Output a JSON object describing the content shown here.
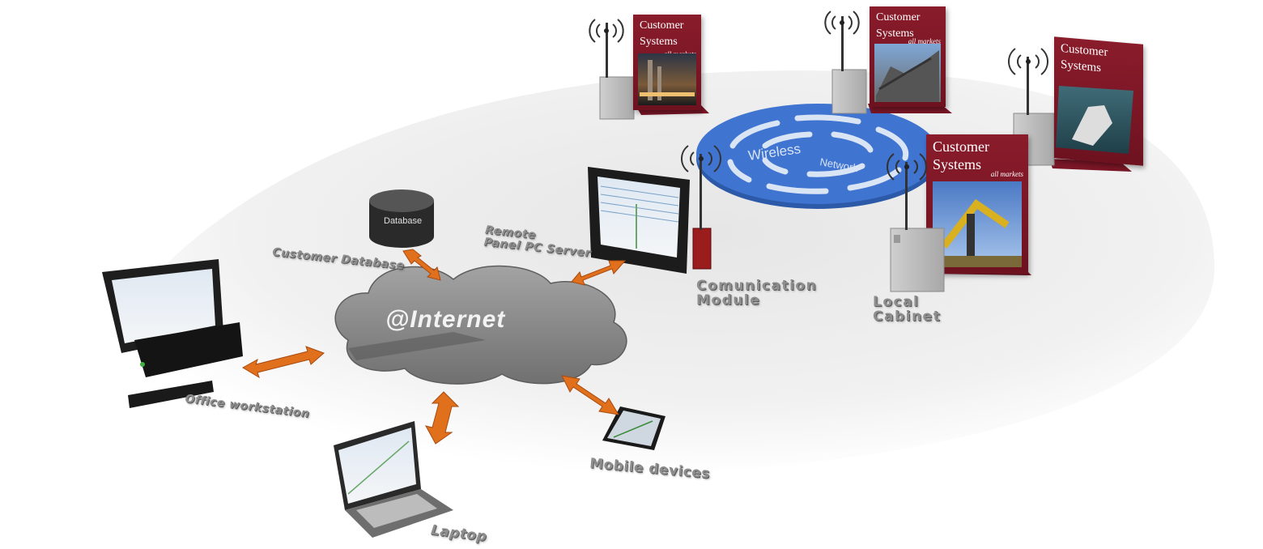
{
  "hub": {
    "label": "@Internet"
  },
  "network": {
    "label_line1": "Wireless",
    "label_line2": "Network"
  },
  "nodes": {
    "database": {
      "icon_text": "Database",
      "label": "Customer Database"
    },
    "panel_pc": {
      "label_line1": "Remote",
      "label_line2": "Panel PC Server"
    },
    "comm_module": {
      "label_line1": "Comunication",
      "label_line2": "Module"
    },
    "local_cabinet": {
      "label_line1": "Local",
      "label_line2": "Cabinet"
    },
    "office": {
      "label": "Office workstation"
    },
    "laptop": {
      "label": "Laptop"
    },
    "mobile": {
      "label": "Mobile devices"
    }
  },
  "signs": [
    {
      "line1": "Customer",
      "line2": "Systems",
      "subtitle": "all markets"
    },
    {
      "line1": "Customer",
      "line2": "Systems",
      "subtitle": "all markets"
    },
    {
      "line1": "Customer",
      "line2": "Systems",
      "subtitle": ""
    },
    {
      "line1": "Customer",
      "line2": "Systems",
      "subtitle": "all markets"
    }
  ],
  "colors": {
    "arrow": "#e0701c",
    "cloud": "#8c8c8c",
    "network_disc": "#3f74d1",
    "sign": "#7a1626",
    "label": "#8e8e8e"
  }
}
